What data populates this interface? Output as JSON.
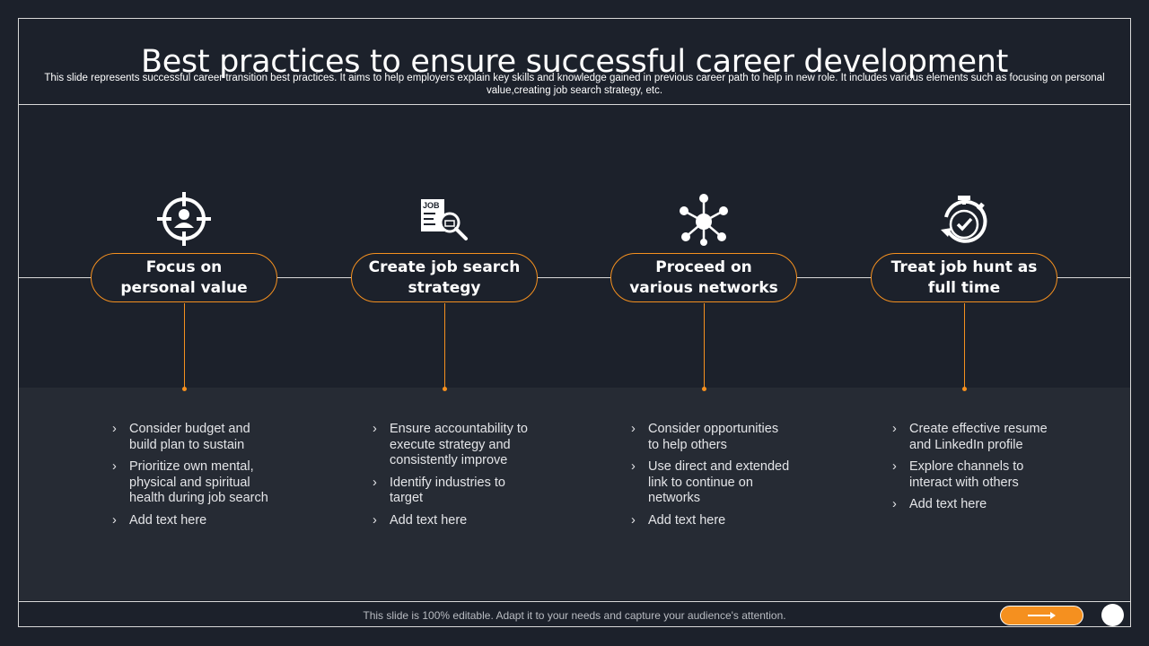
{
  "slide": {
    "title": "Best practices to ensure successful career development",
    "subtitle": "This slide represents successful career transition best practices. It aims to help employers explain key skills and knowledge gained in previous career path to help in new role. It includes various elements such as focusing on personal value,creating job search strategy, etc.",
    "footer": "This slide is 100% editable. Adapt it to your needs and capture your audience's attention."
  },
  "colors": {
    "accent": "#f5901f",
    "background": "#1c212b",
    "band": "#262b34"
  },
  "steps": [
    {
      "icon": "target-icon",
      "title": "Focus on personal value",
      "bullets": [
        "Consider budget and build plan to sustain",
        "Prioritize own mental, physical and spiritual health during job search",
        "Add text here"
      ]
    },
    {
      "icon": "job-search-icon",
      "title": "Create job search strategy",
      "bullets": [
        "Ensure accountability to execute strategy and consistently improve",
        "Identify industries to target",
        "Add text here"
      ]
    },
    {
      "icon": "network-icon",
      "title": "Proceed on various networks",
      "bullets": [
        "Consider opportunities to help others",
        "Use direct and extended link to continue on networks",
        "Add text here"
      ]
    },
    {
      "icon": "stopwatch-icon",
      "title": "Treat job hunt as full time",
      "bullets": [
        "Create effective resume and LinkedIn profile",
        "Explore channels to interact with others",
        "Add text here"
      ]
    }
  ],
  "icon_labels": {
    "job": "JOB"
  }
}
